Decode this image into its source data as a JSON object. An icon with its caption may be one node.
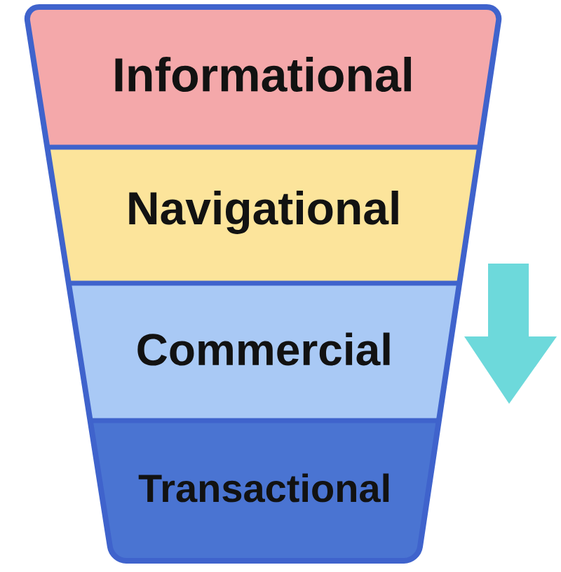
{
  "diagram": {
    "nodes": [
      {
        "text": [
          "Informational"
        ]
      },
      {
        "text": [
          "Navigational"
        ]
      },
      {
        "text": [
          "Commercial"
        ]
      },
      {
        "text": [
          "Transactional"
        ]
      }
    ]
  }
}
